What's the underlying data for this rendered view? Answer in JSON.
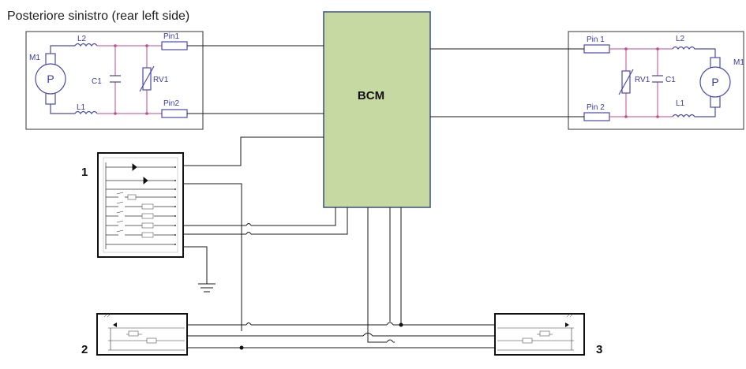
{
  "title": "Posteriore sinistro (rear left side)",
  "bcm_label": "BCM",
  "left_motor": {
    "motor": "M1",
    "motor_symbol": "P",
    "inductor_top": "L2",
    "inductor_bottom": "L1",
    "capacitor": "C1",
    "varistor": "RV1",
    "pin_top": "Pin1",
    "pin_bottom": "Pin2"
  },
  "right_motor": {
    "motor": "M1",
    "motor_symbol": "P",
    "inductor_top": "L2",
    "inductor_bottom": "L1",
    "capacitor": "C1",
    "varistor": "RV1",
    "pin_top": "Pin 1",
    "pin_bottom": "Pin 2"
  },
  "switch_labels": {
    "switch_1": "1",
    "switch_2": "2",
    "switch_3": "3"
  },
  "colors": {
    "bcm_fill": "#c6d9a2",
    "bcm_border": "#3b4f7a",
    "component_blue": "#4a4ab0",
    "wire_pink": "#c04a8a"
  },
  "icons": {
    "motor": "dc-motor-icon",
    "ground": "ground-icon"
  }
}
